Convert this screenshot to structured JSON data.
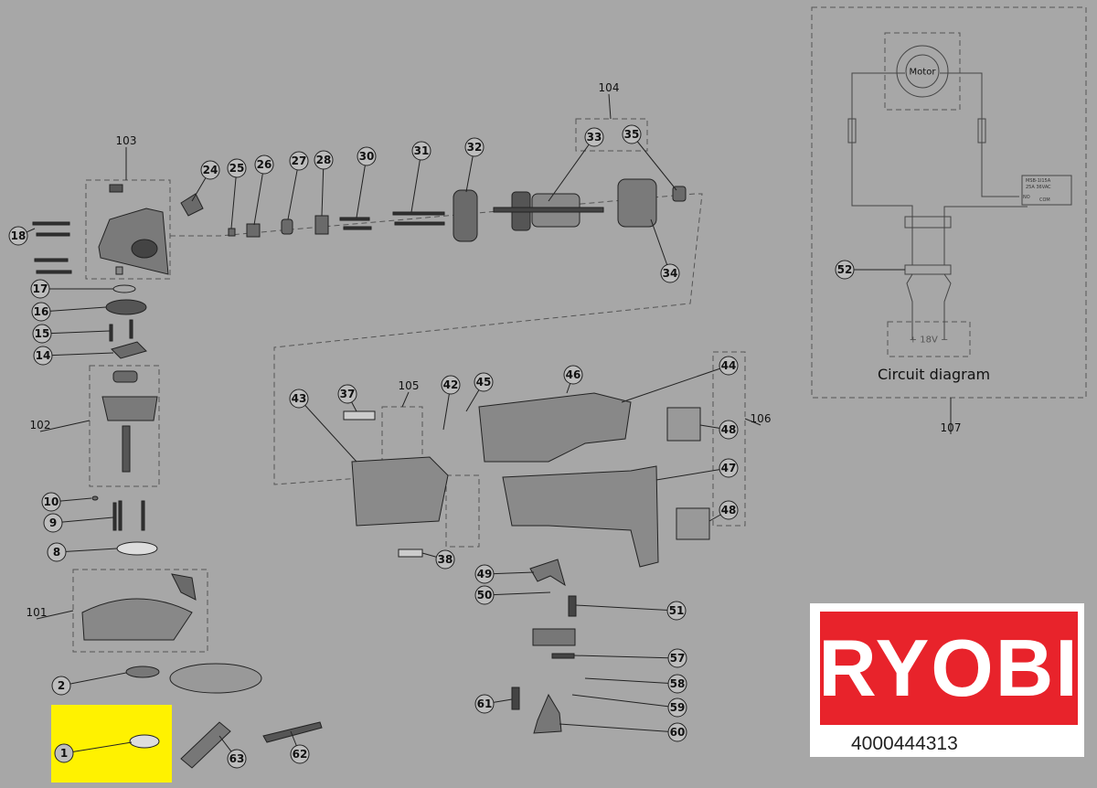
{
  "callouts": [
    "24",
    "25",
    "26",
    "27",
    "28",
    "30",
    "31",
    "32",
    "33",
    "35",
    "34",
    "18",
    "17",
    "16",
    "15",
    "14",
    "10",
    "9",
    "8",
    "2",
    "1",
    "63",
    "62",
    "37",
    "42",
    "45",
    "46",
    "44",
    "43",
    "48",
    "47",
    "48",
    "38",
    "49",
    "50",
    "51",
    "57",
    "58",
    "59",
    "60",
    "61",
    "52"
  ],
  "groups": [
    "104",
    "103",
    "102",
    "101",
    "105",
    "106",
    "107"
  ],
  "circuit": {
    "title": "Circuit diagram",
    "motor_label": "Motor",
    "voltage": "+ 18V −",
    "switch_model": "MSB-1I15A",
    "switch_rating": "25A 36VAC",
    "no_label": "NO",
    "com_label": "COM"
  },
  "brand": {
    "logo": "RYOBI",
    "part_number": "4000444313",
    "red": "#e8232b"
  },
  "highlight_color": "#fff200"
}
